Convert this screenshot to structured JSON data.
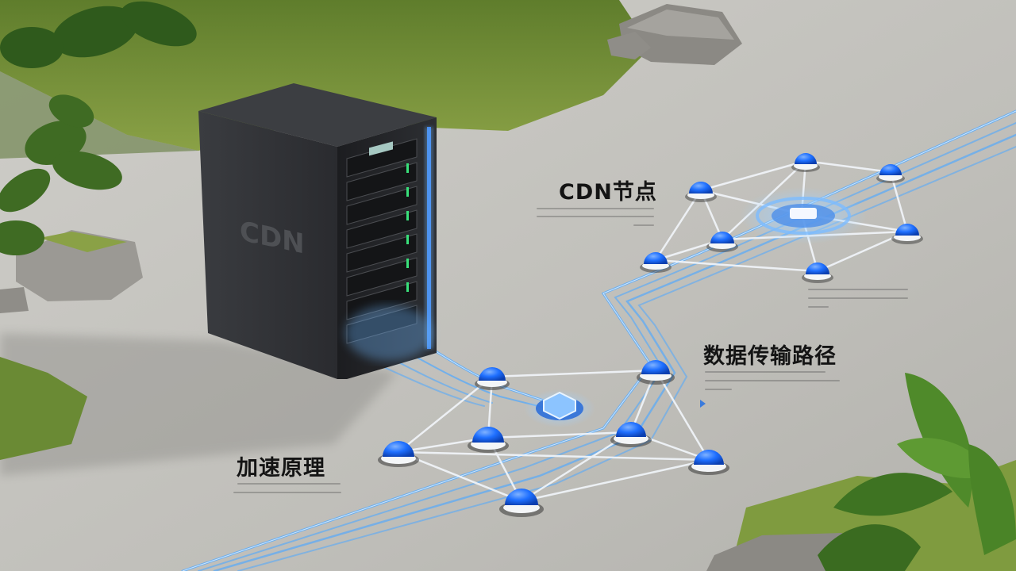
{
  "server": {
    "brand_label": "CDN"
  },
  "labels": {
    "cdn_nodes": "CDN节点",
    "data_path": "数据传输路径",
    "acceleration": "加速原理"
  },
  "colors": {
    "accent_blue": "#1e6fff",
    "glow_blue": "#6fb8ff",
    "ground": "#c2c1bc",
    "server_body": "#2a2c30",
    "grass": "#6f8f3a"
  },
  "icons": [
    "server-rack-icon",
    "network-node-icon",
    "hub-chip-icon",
    "play-caret-icon"
  ]
}
